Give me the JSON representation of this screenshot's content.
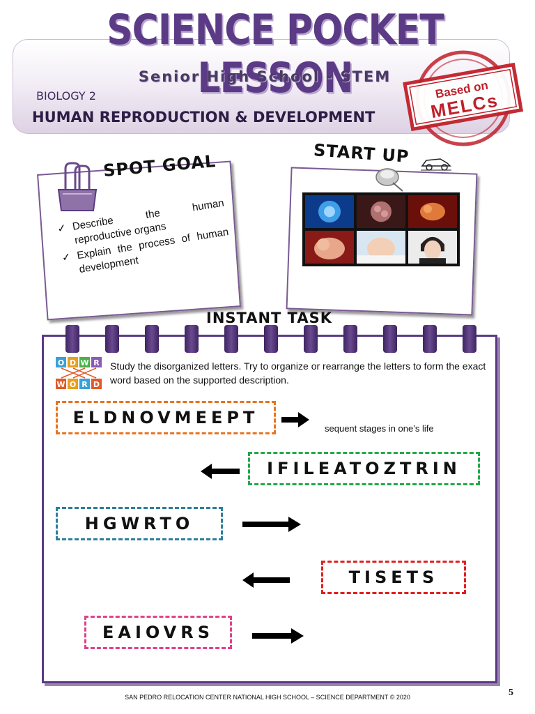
{
  "header": {
    "title": "SCIENCE POCKET LESSON",
    "subtitle": "Senior High School - STEM",
    "subject": "BIOLOGY 2",
    "topic": "HUMAN REPRODUCTION & DEVELOPMENT",
    "stamp_line1": "Based on",
    "stamp_line2": "MELCs"
  },
  "spot_goal": {
    "heading": "SPOT GOAL",
    "items": [
      "Describe the human reproductive organs",
      "Explain the process of human development"
    ],
    "check_symbol": "✓"
  },
  "start_up": {
    "heading": "START UP"
  },
  "instant_task": {
    "heading": "INSTANT TASK",
    "icon_letters": [
      "O",
      "D",
      "W",
      "R",
      "W",
      "O",
      "R",
      "D"
    ],
    "instruction": "Study the disorganized letters. Try to organize or rearrange the letters to form the exact word based on the supported description.",
    "words": [
      {
        "scrambled": "ELDNOVMEEPT",
        "color": "#e8741e",
        "description": "sequent stages in one’s life"
      },
      {
        "scrambled": "IFILEATOZTRIN",
        "color": "#22a84a"
      },
      {
        "scrambled": "HGWRTO",
        "color": "#2f7f9c"
      },
      {
        "scrambled": "TISETS",
        "color": "#e02020"
      },
      {
        "scrambled": "EAIOVRS",
        "color": "#e0408a"
      }
    ]
  },
  "footer": {
    "text": "SAN PEDRO RELOCATION CENTER NATIONAL HIGH SCHOOL – SCIENCE DEPARTMENT © 2020",
    "page_number": "5"
  },
  "colors": {
    "brand_purple": "#5b3a86",
    "stamp_red": "#c0202a"
  }
}
